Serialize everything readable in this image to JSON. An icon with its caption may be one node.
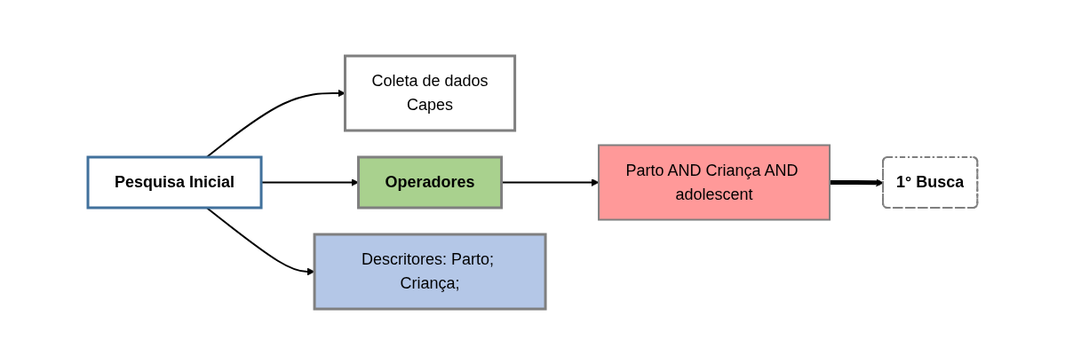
{
  "diagram": {
    "nodes": [
      {
        "text": [
          "Pesquisa Inicial"
        ]
      },
      {
        "text": [
          "Coleta de dados",
          "Capes"
        ]
      },
      {
        "text": [
          "Operadores"
        ]
      },
      {
        "text": [
          "Descritores: Parto; Criança;"
        ]
      },
      {
        "text": [
          "Parto AND Criança AND adolescent"
        ]
      },
      {
        "text": [
          "1° Busca"
        ]
      }
    ],
    "edges": [
      {
        "from": 0,
        "to": 1,
        "arrow": "to"
      },
      {
        "from": 0,
        "to": 2,
        "arrow": "to"
      },
      {
        "from": 0,
        "to": 3,
        "arrow": "to"
      },
      {
        "from": 2,
        "to": 4,
        "arrow": "to"
      },
      {
        "from": 4,
        "to": 5,
        "arrow": "to",
        "style": "thick"
      }
    ]
  }
}
